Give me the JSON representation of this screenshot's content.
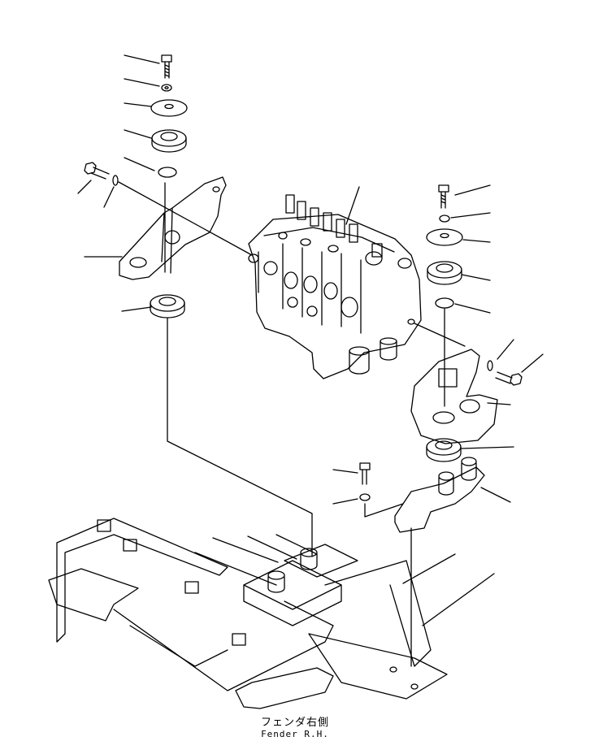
{
  "caption": {
    "title_jp": "フェンダ右側",
    "title_en": "Fender R.H."
  },
  "colors": {
    "ink": "#000000",
    "paper": "#ffffff"
  },
  "parts": [
    "bolt",
    "lock-washer",
    "washer",
    "cushion",
    "plate",
    "bracket-left",
    "control-valve",
    "bracket-right",
    "mount-bracket",
    "fender"
  ]
}
